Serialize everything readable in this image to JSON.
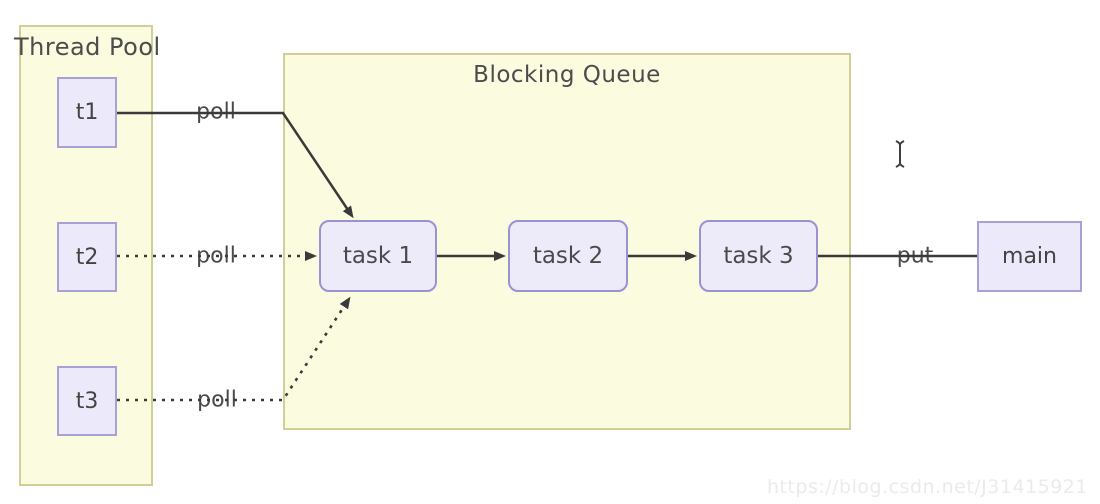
{
  "diagram": {
    "containers": {
      "thread_pool": {
        "label": "Thread Pool"
      },
      "blocking_queue": {
        "label": "Blocking Queue"
      }
    },
    "nodes": {
      "t1": {
        "label": "t1"
      },
      "t2": {
        "label": "t2"
      },
      "t3": {
        "label": "t3"
      },
      "task1": {
        "label": "task 1"
      },
      "task2": {
        "label": "task 2"
      },
      "task3": {
        "label": "task 3"
      },
      "main": {
        "label": "main"
      }
    },
    "edges": {
      "t1_to_task1": {
        "label": "poll",
        "style": "solid",
        "from": "t1",
        "to": "task1"
      },
      "t2_to_task1": {
        "label": "poll",
        "style": "dotted",
        "from": "t2",
        "to": "task1"
      },
      "t3_to_task1": {
        "label": "poll",
        "style": "dotted",
        "from": "t3",
        "to": "task1"
      },
      "task1_to_task2": {
        "label": "",
        "style": "solid",
        "from": "task1",
        "to": "task2"
      },
      "task2_to_task3": {
        "label": "",
        "style": "solid",
        "from": "task2",
        "to": "task3"
      },
      "main_to_task3": {
        "label": "put",
        "style": "solid",
        "from": "main",
        "to": "task3"
      }
    },
    "colors": {
      "container_fill": "#fbfbe0",
      "container_border": "#cfcf96",
      "node_fill": "#ebe9fa",
      "node_border": "#a7a1d6",
      "task_border": "#9b92d2",
      "wire": "#3a3a3a",
      "text": "#4a4a4a"
    },
    "watermark": "https://blog.csdn.net/J31415921"
  }
}
